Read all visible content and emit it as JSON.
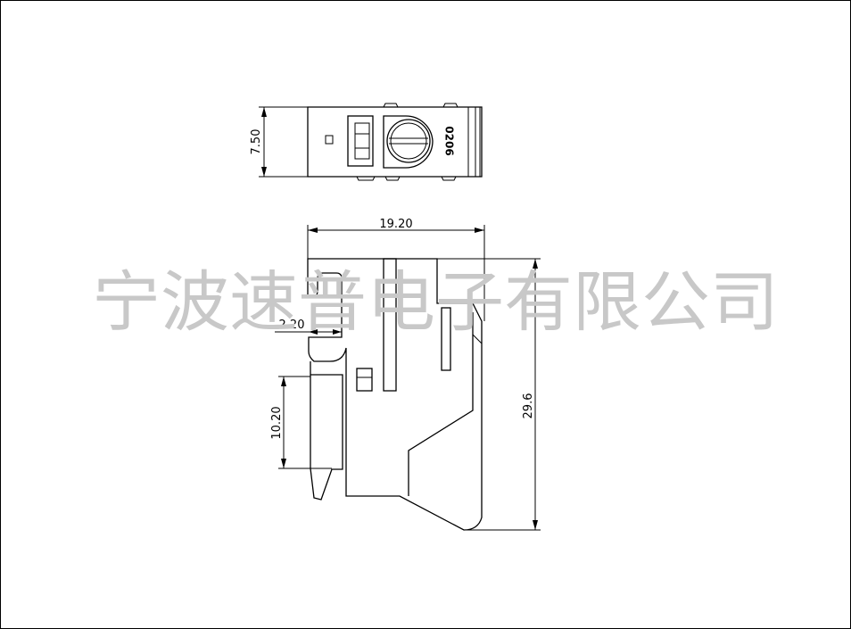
{
  "top_view": {
    "height_dim": "7.50",
    "marking": "0206"
  },
  "side_view": {
    "width_dim": "19.20",
    "height_dim": "29.6",
    "latch_dim": "2.20",
    "pin_dim": "10.20"
  },
  "watermark": "宁波速普电子有限公司"
}
